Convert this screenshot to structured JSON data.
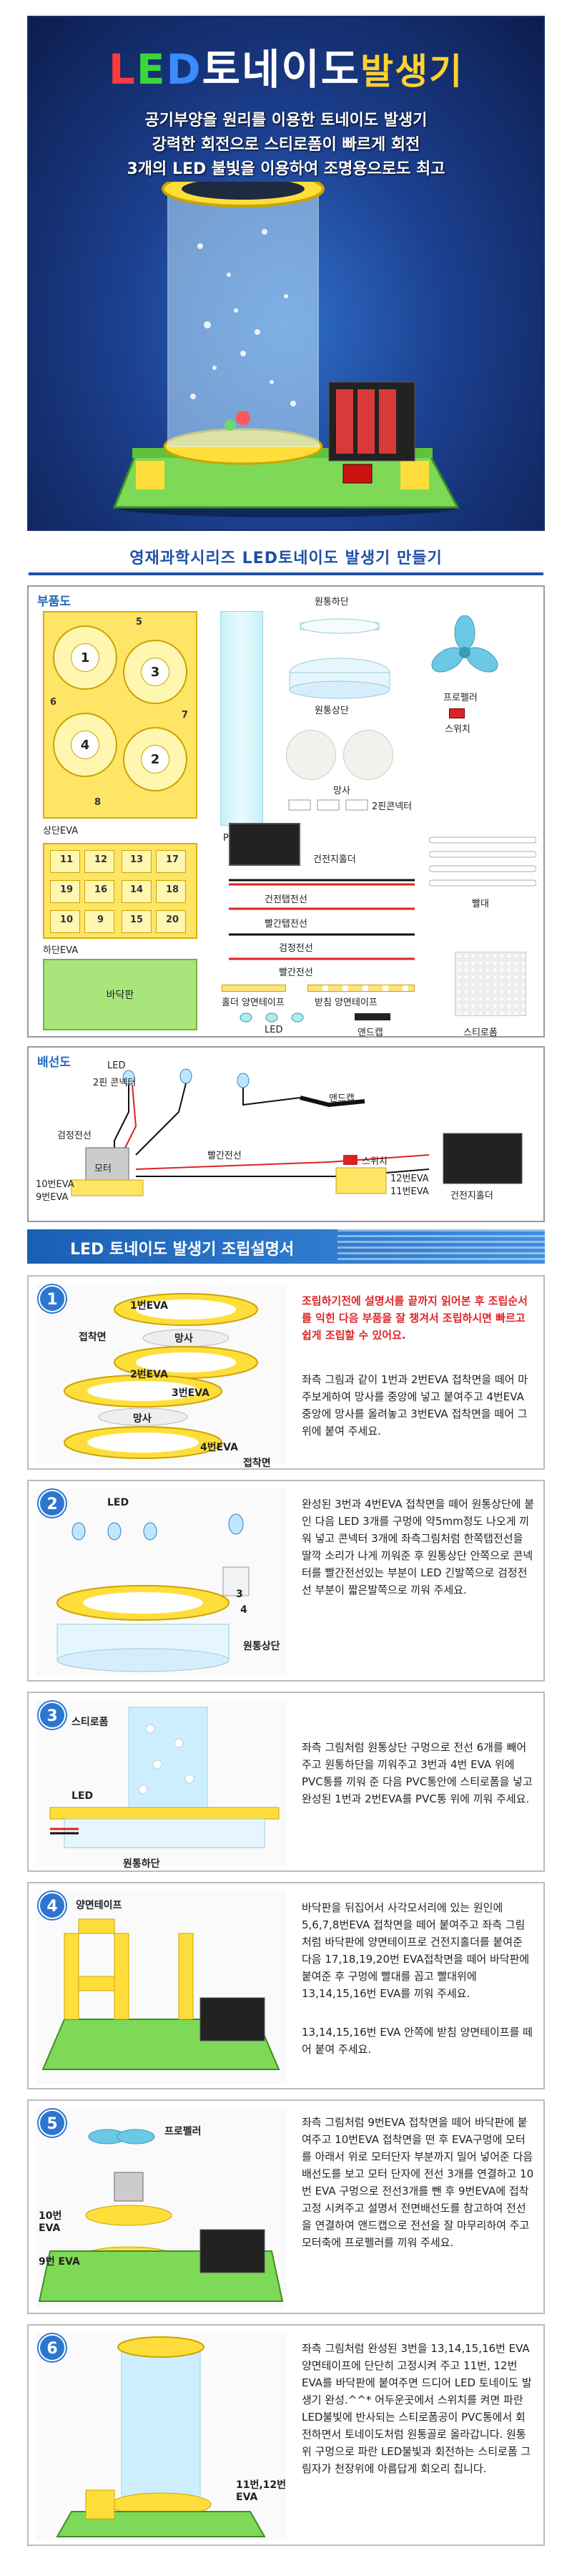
{
  "hero": {
    "title_led": [
      "L",
      "E",
      "D"
    ],
    "title_main": "토네이도",
    "title_accent": "발생기",
    "lines": [
      "공기부양을 원리를 이용한 토네이도 발생기",
      "강력한 회전으로 스티로폼이 빠르게 회전",
      "3개의 LED 불빛을 이용하여 조명용으로도 최고"
    ]
  },
  "subtitle": "영재과학시리즈 LED토네이도 발생기 만들기",
  "parts": {
    "section": "부품도",
    "upper_eva": "상단EVA",
    "lower_eva": "하단EVA",
    "bottom_plate": "바닥판",
    "pvc": "PVC통",
    "motor_base_bottom": "원통하단",
    "motor_base_top": "원통상단",
    "propeller": "프로펠러",
    "switch": "스위치",
    "mesh": "망사",
    "connector": "2핀콘넥터",
    "battery_holder": "건전지홀더",
    "straw": "빨대",
    "battery_wire": "건전탭전선",
    "red_tab_wire": "빨간탭전선",
    "black_wire": "검정전선",
    "red_wire": "빨간전선",
    "holder_tape": "홀더 양면테이프",
    "support_tape": "받침 양면테이프",
    "led": "LED",
    "anchor_clip": "앤드캡",
    "styrofoam": "스티로폼",
    "upper_nums": [
      "1",
      "2",
      "3",
      "4",
      "5",
      "6",
      "7",
      "8"
    ],
    "lower_nums": [
      "9",
      "10",
      "11",
      "12",
      "13",
      "14",
      "15",
      "16",
      "17",
      "18",
      "19",
      "20"
    ]
  },
  "wiring": {
    "section": "배선도",
    "led": "LED",
    "connector": "2핀 콘넥터",
    "black_wire": "검정전선",
    "red_wire": "빨간전선",
    "motor": "모터",
    "eva10": "10번EVA",
    "eva9": "9번EVA",
    "clip": "앤드캡",
    "switch": "스위치",
    "eva12": "12번EVA",
    "eva11": "11번EVA",
    "holder": "건전지홀더"
  },
  "banner": "LED 토네이도 발생기 조립설명서",
  "steps": [
    {
      "num": "1",
      "caps": [
        "1번EVA",
        "접착면",
        "망사",
        "2번EVA",
        "3번EVA",
        "망사",
        "4번EVA",
        "접착면"
      ],
      "note": "조립하기전에 설명서를 끝까지 읽어본 후 조립순서를 익힌 다음 부품을 잘 챙겨서 조립하시면 빠르고 쉽게 조립할 수 있어요.",
      "text": "좌측 그림과 같이 1번과 2번EVA 접착면을 떼어 마주보게하여 망사를 중앙에 넣고 붙여주고 4번EVA 중앙에 망사를 올려놓고 3번EVA 접착면을 떼어 그위에 붙여 주세요."
    },
    {
      "num": "2",
      "caps": [
        "LED",
        "3",
        "4",
        "원통상단"
      ],
      "text": "완성된 3번과 4번EVA 접착면을 떼어 원통상단에 붙인 다음 LED 3개를 구멍에 약5mm정도 나오게 끼워 넣고 콘넥터 3개에 좌측그림처럼 한쪽탭전선을 딸깍 소리가 나게 끼워준 후 원통상단 안쪽으로 콘넥터를 빨간전선있는 부분이 LED 긴발쪽으로 검정전선 부분이 짧은발쪽으로 끼워 주세요."
    },
    {
      "num": "3",
      "caps": [
        "스티로폼",
        "LED",
        "원통하단"
      ],
      "text": "좌측 그림처럼 원통상단 구멍으로 전선 6개를 빼어주고 원통하단을 끼워주고 3번과 4번 EVA 위에 PVC통를 끼워 준 다음 PVC통안에 스티로폼을 넣고 완성된 1번과 2번EVA를 PVC통 위에 끼워 주세요."
    },
    {
      "num": "4",
      "caps": [
        "양면테이프"
      ],
      "text": "바닥판을 뒤집어서 사각모서리에 있는 원인에 5,6,7,8번EVA 접착면을 떼어 붙여주고 좌측 그림처럼 바닥판에 양면테이프로 건전지홀더를 붙여준 다음 17,18,19,20번 EVA접착면을 떼어 바닥판에 붙여준 후 구멍에 빨대를 꼽고 빨대위에 13,14,15,16번 EVA를 끼워 주세요.",
      "text2": "13,14,15,16번 EVA 안쪽에 받침 양면테이프를 떼어 붙여 주세요."
    },
    {
      "num": "5",
      "caps": [
        "프로펠러",
        "10번 EVA",
        "9번 EVA"
      ],
      "text": "좌측 그림처럼 9번EVA 접착면을 떼어 바닥판에 붙여주고 10번EVA 접착면을 떤 후 EVA구멍에 모터를 아래서 위로 모터단자 부분까지 밀어 넣어준 다음 배선도를 보고 모터 단자에 전선 3개를 연결하고 10번 EVA 구멍으로 전선3개를 뺀 후 9번EVA에 접착고정 시켜주고 설명서 전면배선도를 참고하여 전선을 연결하여 앤드캡으로 전선을 잘 마무리하여 주고 모터축에 프로펠러를 끼워 주세요."
    },
    {
      "num": "6",
      "caps": [
        "11번,12번 EVA"
      ],
      "text": "좌측 그림처럼 완성된 3번을 13,14,15,16번 EVA 양면테이프에 단단히 고정시켜 주고 11번, 12번EVA를 바닥판에 붙여주면 드디어 LED 토네이도 발생기 완성.^^* 어두운곳에서 스위치를 켜면 파란LED불빛에 반사되는 스티로폼공이 PVC통에서 회전하면서 토네이도처럼 원통골로 올라갑니다. 원통위 구멍으로 파란 LED불빛과 회전하는 스티로폼 그림자가 천장위에 아름답게 회오리 칩니다."
    }
  ]
}
